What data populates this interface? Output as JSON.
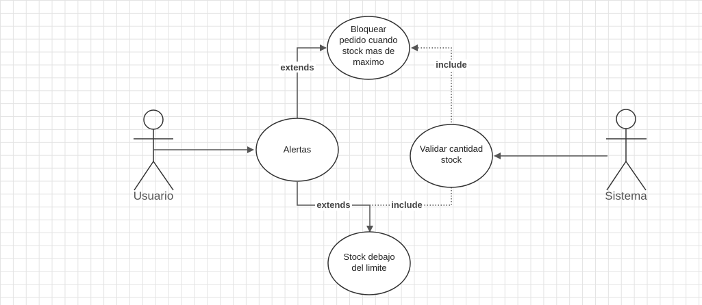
{
  "actors": {
    "usuario": {
      "name": "Usuario"
    },
    "sistema": {
      "name": "Sistema"
    }
  },
  "use_cases": {
    "bloquear": {
      "lines": [
        "Bloquear",
        "pedido cuando",
        "stock mas de",
        "maximo"
      ]
    },
    "alertas": {
      "lines": [
        "Alertas"
      ]
    },
    "validar": {
      "lines": [
        "Validar cantidad",
        "stock"
      ]
    },
    "stock_debajo": {
      "lines": [
        "Stock debajo",
        "del limite"
      ]
    }
  },
  "relations": {
    "alertas_bloquear": "extends",
    "validar_bloquear": "include",
    "alertas_stock": "extends",
    "validar_stock": "include"
  },
  "colors": {
    "line": "#555555",
    "text": "#222222",
    "label": "#444444"
  }
}
